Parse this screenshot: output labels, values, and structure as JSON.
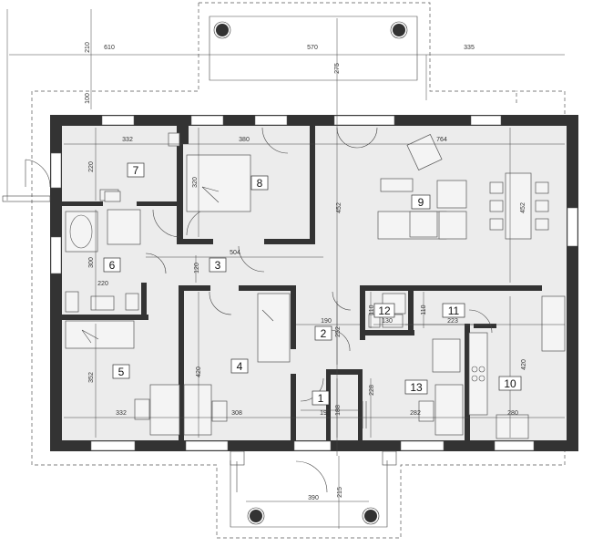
{
  "colors": {
    "wall": "#333333",
    "floor": "#ececec",
    "line": "#444444",
    "background": "#ffffff"
  },
  "rooms": [
    {
      "id": "1",
      "label": "1"
    },
    {
      "id": "2",
      "label": "2"
    },
    {
      "id": "3",
      "label": "3"
    },
    {
      "id": "4",
      "label": "4"
    },
    {
      "id": "5",
      "label": "5"
    },
    {
      "id": "6",
      "label": "6"
    },
    {
      "id": "7",
      "label": "7"
    },
    {
      "id": "8",
      "label": "8"
    },
    {
      "id": "9",
      "label": "9"
    },
    {
      "id": "10",
      "label": "10"
    },
    {
      "id": "11",
      "label": "11"
    },
    {
      "id": "12",
      "label": "12"
    },
    {
      "id": "13",
      "label": "13"
    }
  ],
  "dimensions": {
    "top_610": "610",
    "top_570": "570",
    "top_335": "335",
    "left_210": "210",
    "left_100": "100",
    "terrace_275": "275",
    "r7_width": "332",
    "r8_width": "380",
    "r9_width": "764",
    "r7_height": "220",
    "r8_height": "320",
    "r9_height_a": "452",
    "r9_height_b": "452",
    "r6_height": "300",
    "r3_width": "504",
    "r3_height": "120",
    "r6_width": "220",
    "r2_width": "190",
    "r2_height": "252",
    "r12_width": "130",
    "r12_height": "110",
    "r11_height": "110",
    "r11_width": "223",
    "r5_height": "352",
    "r4_height": "420",
    "r10_height": "420",
    "r5_width": "332",
    "r4_width": "308",
    "r1_width": "190",
    "r1_height": "188",
    "r13_height": "228",
    "r13_width": "282",
    "r10_width": "280",
    "porch_390": "390",
    "porch_215": "215"
  }
}
